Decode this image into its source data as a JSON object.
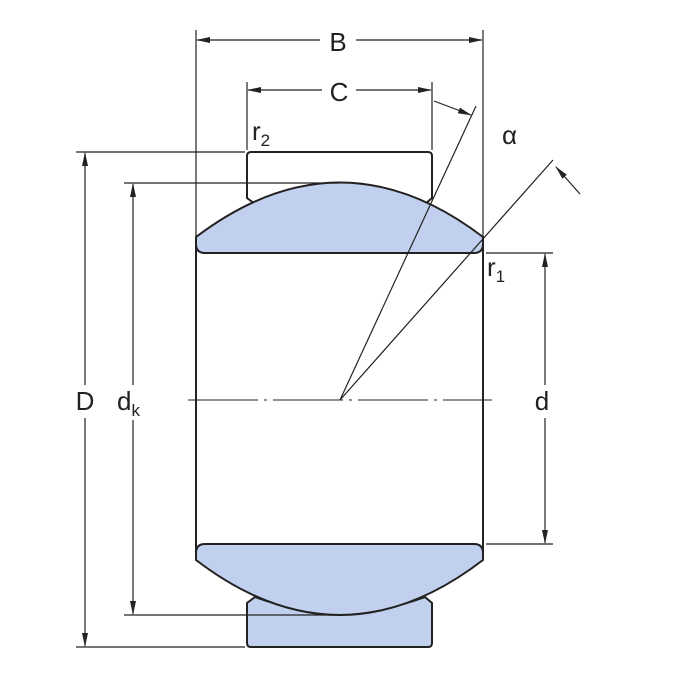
{
  "labels": {
    "B": "B",
    "C": "C",
    "D": "D",
    "dk_main": "d",
    "dk_sub": "k",
    "d": "d",
    "alpha": "α",
    "r1_main": "r",
    "r1_sub": "1",
    "r2_main": "r",
    "r2_sub": "2"
  },
  "colors": {
    "fill": "#c1d0ee",
    "line": "#222222"
  }
}
